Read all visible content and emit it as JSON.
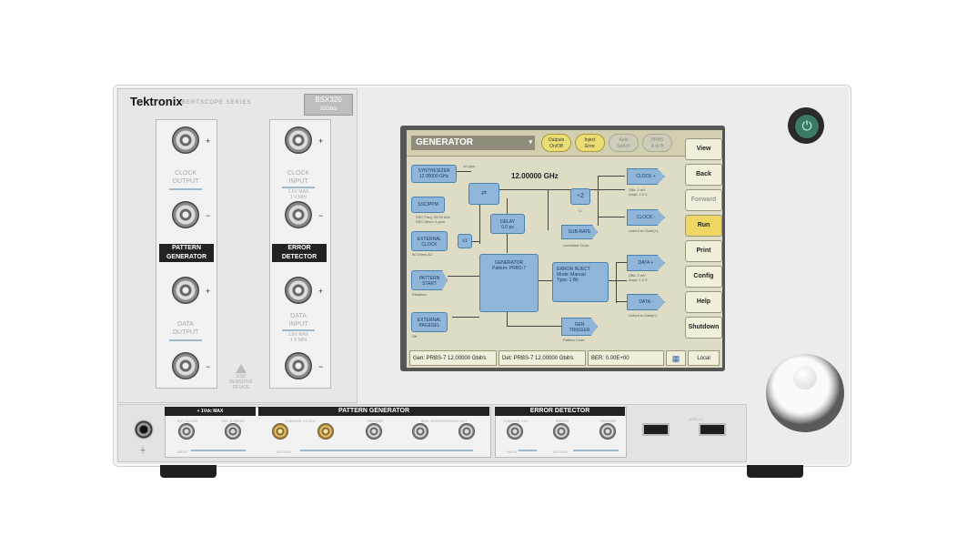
{
  "brand": "Tektronix",
  "series": "BERTSCOPE SERIES",
  "model": {
    "name": "BSX320",
    "sub": "32Gb/s"
  },
  "left": {
    "clock_output": "CLOCK\nOUTPUT",
    "clock_input": "CLOCK\nINPUT",
    "clock_input_spec": "1.6V MAX\n1 V MIN",
    "pattern_generator": "PATTERN\nGENERATOR",
    "error_detector": "ERROR\nDETECTOR",
    "data_output": "DATA\nOUTPUT",
    "data_input": "DATA\nINPUT",
    "data_input_spec": "1.6V MAX\n1 V MIN",
    "esd_warning": "ESD\nSENSITIVE\nDEVICE",
    "plus": "+",
    "minus": "−"
  },
  "bottom": {
    "pg_header": "PATTERN GENERATOR",
    "ed_header": "ERROR DETECTOR",
    "pg_sub_header": "+ 1Vdc MAX",
    "pg_labels": [
      "EXT CLOCK",
      "SSC STRESS",
      "SUBRATE CLOCK",
      "TRIGGER",
      "SINE INTERFERENCE OUT"
    ],
    "ed_labels": [
      "SUBRATE CLK",
      "ERROR",
      "TRIGGER"
    ],
    "input_label": "INPUT",
    "output_label": "OUTPUT",
    "usb_label": "USB 2.0"
  },
  "screen": {
    "mode": "GENERATOR",
    "pills": [
      {
        "label": "Outputs\nOn/Off",
        "state": "on"
      },
      {
        "label": "Inject\nError",
        "state": "on"
      },
      {
        "label": "Auto\nSwitch",
        "state": "off"
      },
      {
        "label": "PRBS\nA to B",
        "state": "off"
      }
    ],
    "side_buttons": [
      "View",
      "Back",
      "Forward",
      "Run",
      "Print",
      "Config",
      "Help",
      "Shutdown"
    ],
    "frequency": "12.00000 GHz",
    "blocks": {
      "synth": "SYNTHESIZER\n12.00000 GHz",
      "ssc": "SSC/PPM",
      "ssc_info": "SSC Freq: 33.00 kHz\nSSC Devn: 0 ppm",
      "ppm": "±0 ppm",
      "ext_clock": "EXTERNAL\nCLOCK",
      "ext_clock_info": "50 Ohms AC",
      "x1": "x1",
      "delay": "DELAY\n0.0 ps",
      "div2": "÷2",
      "subrate": "SUB-RATE",
      "subrate_info": "Unrelated Clock",
      "clock_plus": "CLOCK +",
      "clock_minus": "CLOCK -",
      "clock_info": "Offs: 0 mV\nAmpl: 1.0 V",
      "clock_link": "Linked to Clock(+)",
      "pattern_start": "PATTERN\nSTART",
      "pattern_start_info": "Disabled",
      "generator": "GENERATOR\nPattern: PRBS-7",
      "error_inject": "ERROR INJECT\nMode: Manual\nType: 1 Bit",
      "data_plus": "DATA +",
      "data_minus": "DATA -",
      "data_info": "Offs: 0 mV\nAmpl: 1.0 V",
      "data_link": "Linked to Data(+)",
      "ext_pagesel": "EXTERNAL\nPAGESEL",
      "ext_pagesel_info": "Off",
      "gen_trigger": "GEN\nTRIGGER",
      "gen_trigger_info": "Pattern Code",
      "div_tag": "÷2"
    },
    "status": {
      "gen": "Gen: PRBS-7 12.00000 Gbit/s",
      "det": "Det: PRBS-7 12.00000 Gbit/s",
      "ber": "BER: 0.00E+00",
      "local": "Local"
    }
  },
  "colors": {
    "screen_bg": "#dedcc4",
    "block_blue": "#8fb6d9",
    "run_yellow": "#ecd765",
    "power_green": "#3c7a63"
  }
}
